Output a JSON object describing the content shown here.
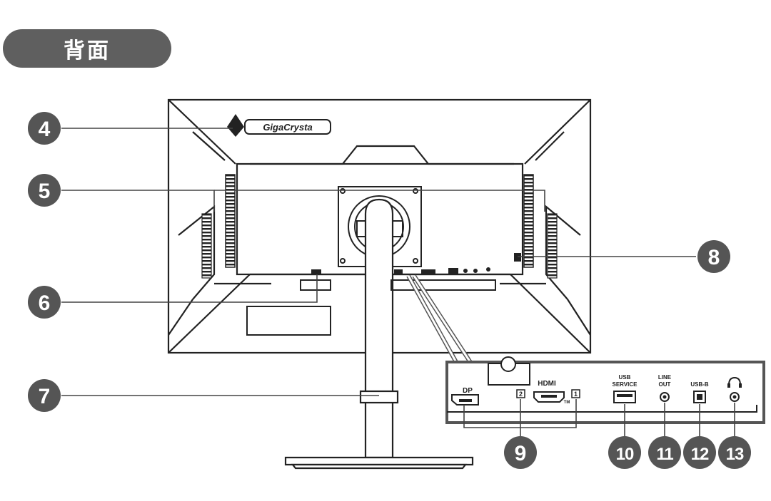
{
  "section_title": "背面",
  "callouts": [
    "4",
    "5",
    "6",
    "7",
    "8",
    "9",
    "10",
    "11",
    "12",
    "13"
  ],
  "logo_text": "GigaCrysta",
  "ports": {
    "dp": "DP",
    "hdmi": "HDMI",
    "tm": "TM",
    "hdmi_2": "2",
    "hdmi_1": "1",
    "usb_service_1": "USB",
    "usb_service_2": "SERVICE",
    "line_out_1": "LINE",
    "line_out_2": "OUT",
    "usb_b": "USB-B"
  }
}
